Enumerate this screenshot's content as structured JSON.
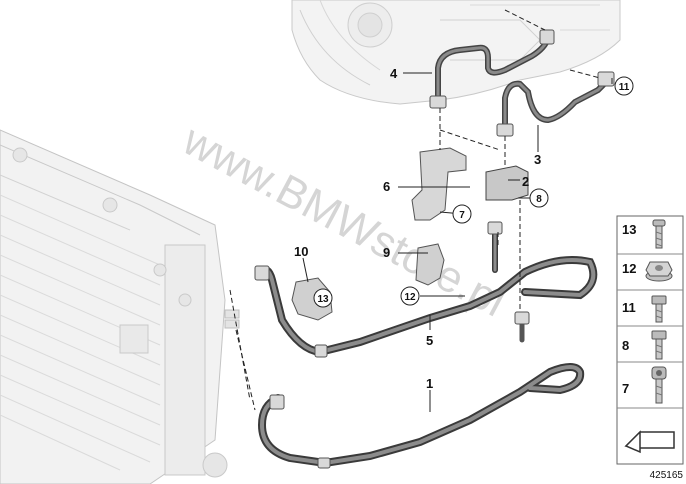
{
  "callouts": {
    "c1": "1",
    "c2": "2",
    "c3": "3",
    "c4": "4",
    "c5": "5",
    "c6": "6",
    "c8": "8",
    "c7": "7",
    "c9": "9",
    "c10": "10",
    "c11": "11",
    "c12": "12",
    "c13": "13"
  },
  "legend": {
    "items": [
      {
        "label": "13",
        "icon": "screw-icon"
      },
      {
        "label": "12",
        "icon": "flange-nut-icon"
      },
      {
        "label": "11",
        "icon": "hex-bolt-icon"
      },
      {
        "label": "8",
        "icon": "hex-bolt-icon"
      },
      {
        "label": "7",
        "icon": "socket-bolt-icon"
      }
    ]
  },
  "watermark": "www.BMWstore.pl",
  "document_number": "425165"
}
